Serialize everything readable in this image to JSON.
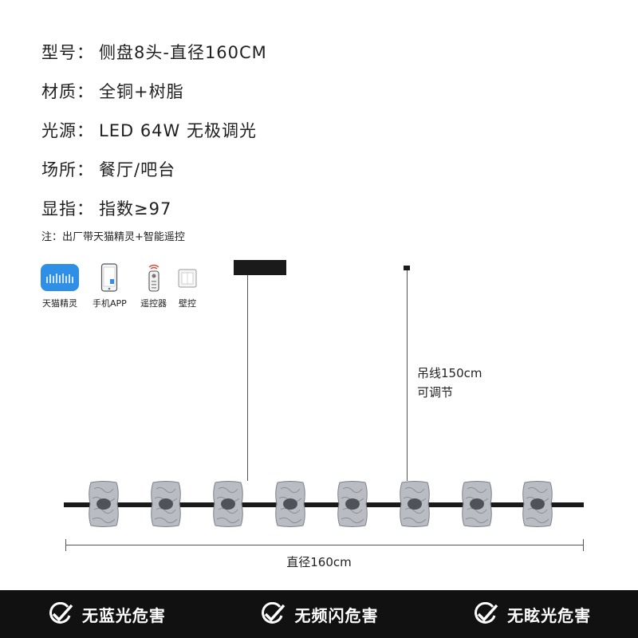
{
  "specs": [
    {
      "label": "型号：",
      "value": "侧盘8头-直径160CM"
    },
    {
      "label": "材质：",
      "value": "全铜+树脂"
    },
    {
      "label": "光源：",
      "value": "LED 64W 无极调光"
    },
    {
      "label": "场所：",
      "value": "餐厅/吧台"
    },
    {
      "label": "显指：",
      "value": "指数≥97"
    }
  ],
  "note": "注：出厂带天猫精灵+智能遥控",
  "controls": [
    {
      "label": "天猫精灵",
      "icon": "smart-speaker-icon"
    },
    {
      "label": "手机APP",
      "icon": "phone-icon"
    },
    {
      "label": "遥控器",
      "icon": "remote-icon"
    },
    {
      "label": "壁控",
      "icon": "wall-switch-icon"
    }
  ],
  "cable_note": {
    "line1": "吊线150cm",
    "line2": "可调节"
  },
  "dimension_label": "直径160cm",
  "badges": [
    {
      "label": "无蓝光危害",
      "icon": "check-icon"
    },
    {
      "label": "无频闪危害",
      "icon": "check-icon"
    },
    {
      "label": "无眩光危害",
      "icon": "check-icon"
    }
  ],
  "colors": {
    "rail": "#1a1a1a",
    "glass": "#b9bcc2",
    "bottom_bar": "#111111",
    "speaker": "#2f8fe6"
  }
}
